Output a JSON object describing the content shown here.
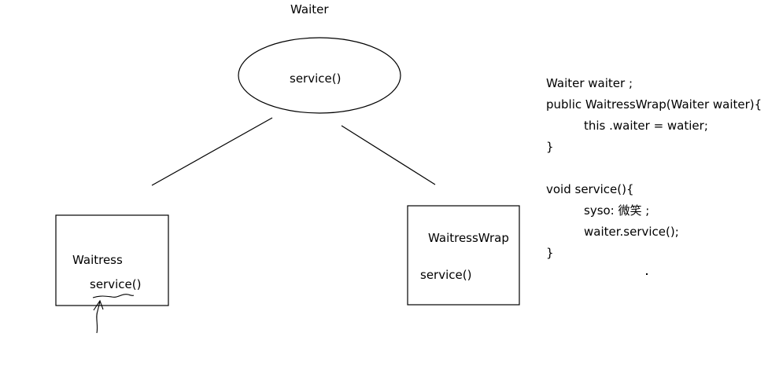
{
  "diagram": {
    "parent": {
      "title": "Waiter",
      "method": "service()"
    },
    "left_child": {
      "title": "Waitress",
      "method": "service()"
    },
    "right_child": {
      "title": "WaitressWrap",
      "method": "service()"
    }
  },
  "code": {
    "lines": [
      "Waiter waiter ;",
      "public WaitressWrap(Waiter waiter){",
      "this .waiter = watier;",
      "}",
      "",
      "void service(){",
      "syso: 微笑 ;",
      "waiter.service();",
      "}"
    ]
  }
}
